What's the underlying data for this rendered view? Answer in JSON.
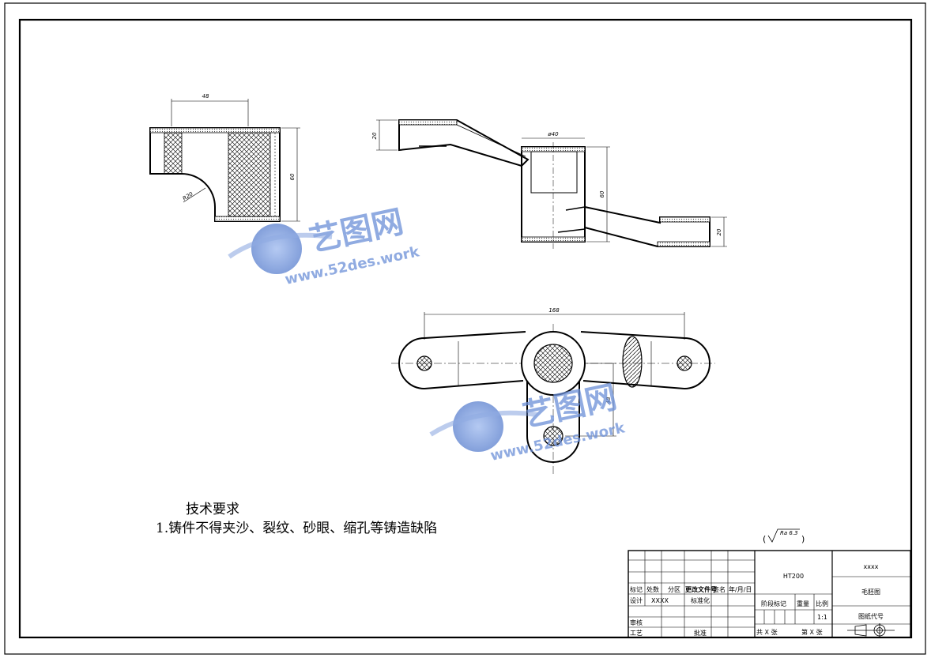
{
  "drawing": {
    "dims": {
      "front_width": "48",
      "front_height": "60",
      "front_radius": "R20",
      "side_top_height": "20",
      "side_diameter": "ø40",
      "side_height": "60",
      "side_bottom_height": "20",
      "plan_length": "168",
      "plan_depth": "48"
    },
    "roughness": "Ra 6.3",
    "tech_req": {
      "title": "技术要求",
      "item1": "1.铸件不得夹沙、裂纹、砂眼、缩孔等铸造缺陷"
    }
  },
  "watermark": {
    "brand": "艺图网",
    "url": "www.52des.work",
    "color": "#6b8fd8"
  },
  "title_block": {
    "material": "HT200",
    "company": "xxxx",
    "drawing_name": "毛胚图",
    "drawing_code_label": "图纸代号",
    "mark": "标记",
    "count": "处数",
    "zone": "分区",
    "change_doc": "更改文件号",
    "sign": "签名",
    "date": "年/月/日",
    "design": "设计",
    "designer": "XXXX",
    "standardize": "标准化",
    "review": "审核",
    "process": "工艺",
    "approve": "批准",
    "stage_mark": "阶段标记",
    "weight": "重量",
    "scale_label": "比例",
    "scale": "1:1",
    "total_sheets": "共 X 张",
    "sheet_no": "第 X 张"
  }
}
